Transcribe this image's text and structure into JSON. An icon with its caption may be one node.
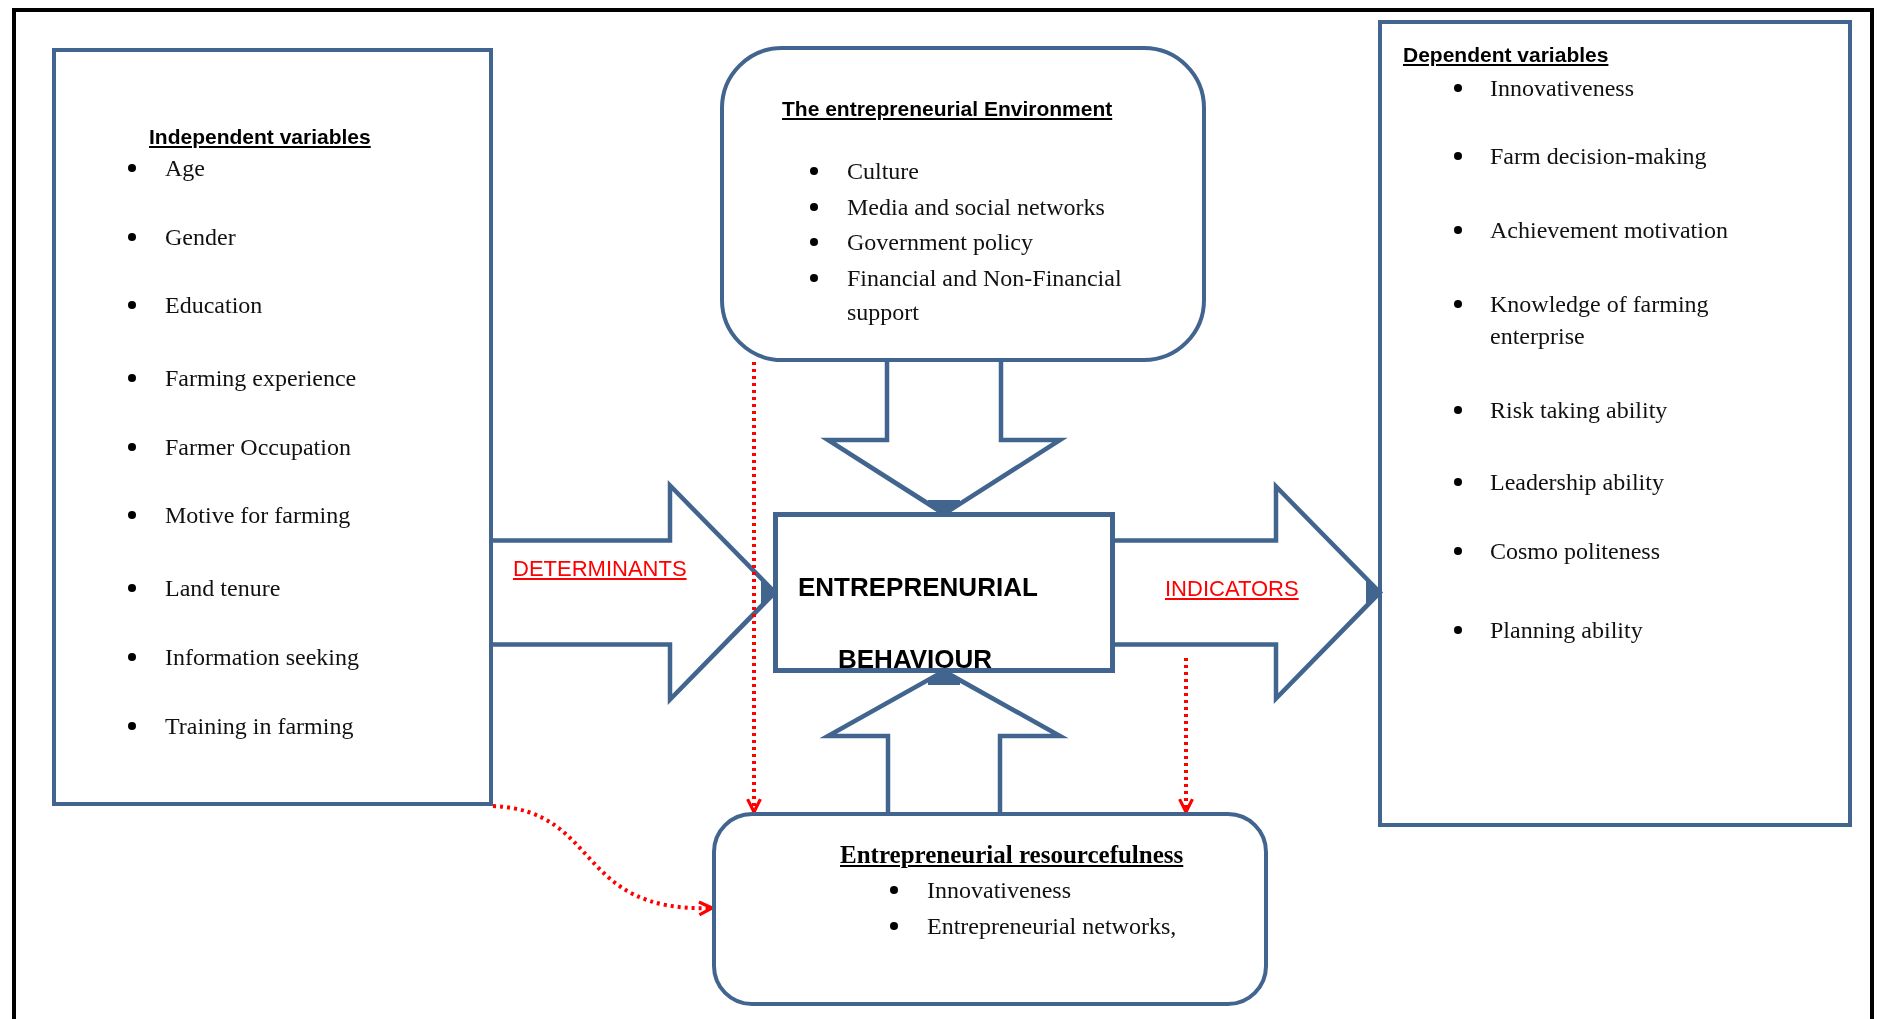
{
  "diagram": {
    "nodes": [
      {
        "text": [
          "Independent variables",
          "Age",
          "Gender",
          "Education",
          "Farming experience",
          "Farmer Occupation",
          "Motive for farming",
          "Land tenure",
          "Information seeking",
          "Training in farming"
        ]
      },
      {
        "text": [
          "The entrepreneurial Environment",
          "Culture",
          "Media and social networks",
          "Government policy",
          "Financial and Non-Financial support"
        ]
      },
      {
        "text": [
          "Dependent variables",
          "Innovativeness",
          "Farm decision-making",
          "Achievement motivation",
          "Knowledge of farming enterprise",
          "Risk taking ability",
          "Leadership ability",
          "Cosmo politeness",
          "Planning ability"
        ]
      },
      {
        "text": [
          "ENTREPRENURIAL",
          "BEHAVIOUR"
        ]
      },
      {
        "text": [
          "Entrepreneurial resourcefulness",
          "Innovativeness",
          "Entrepreneurial networks,"
        ]
      }
    ],
    "edges": [
      {
        "from": 0,
        "to": 3,
        "arrow": "to",
        "label": "DETERMINANTS"
      },
      {
        "from": 1,
        "to": 3,
        "arrow": "to"
      },
      {
        "from": 4,
        "to": 3,
        "arrow": "to"
      },
      {
        "from": 3,
        "to": 2,
        "arrow": "to",
        "label": "INDICATORS"
      },
      {
        "from": 1,
        "to": 4,
        "arrow": "to",
        "style": "dashed",
        "color": "#ff0000"
      },
      {
        "from": null,
        "to": 4,
        "arrow": "to",
        "style": "dashed",
        "color": "#ff0000"
      },
      {
        "from": 0,
        "to": 4,
        "arrow": "to",
        "style": "dashed",
        "color": "#ff0000"
      }
    ]
  }
}
